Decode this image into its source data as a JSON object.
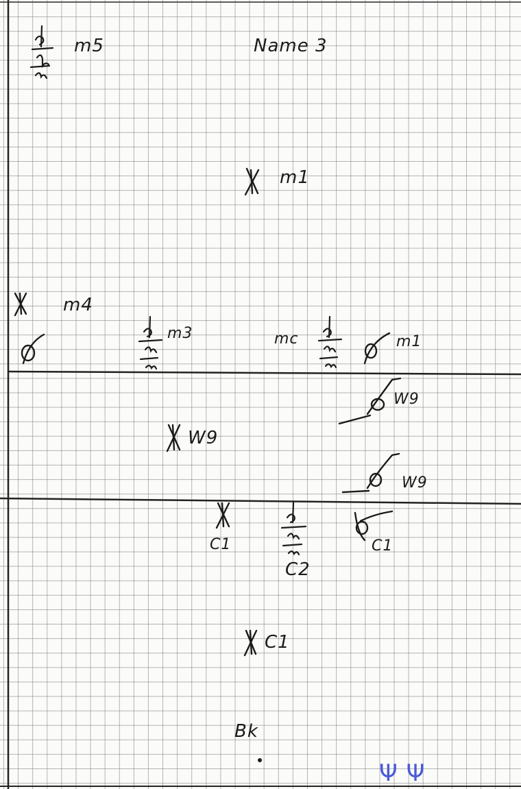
{
  "sheet_title": "Name 3",
  "top_section": {
    "label_m5": "m5",
    "label_m1_center": "m1",
    "label_m4": "m4",
    "label_m3": "m3",
    "label_mc": "mc",
    "label_m1_right": "m1"
  },
  "middle_section": {
    "label_w9_center": "W9",
    "label_w9_upper": "W9",
    "label_w9_lower": "W9"
  },
  "bottom_section": {
    "label_c1_left": "C1",
    "label_c2": "C2",
    "label_c1_right": "C1",
    "label_c1_center": "C1",
    "label_bk": "Bk",
    "stamp_marks": "Ψ Ψ"
  },
  "colors": {
    "ink": "#1b1b1b",
    "stamp": "#4a5bd6",
    "grid": "#8a8a8a"
  }
}
